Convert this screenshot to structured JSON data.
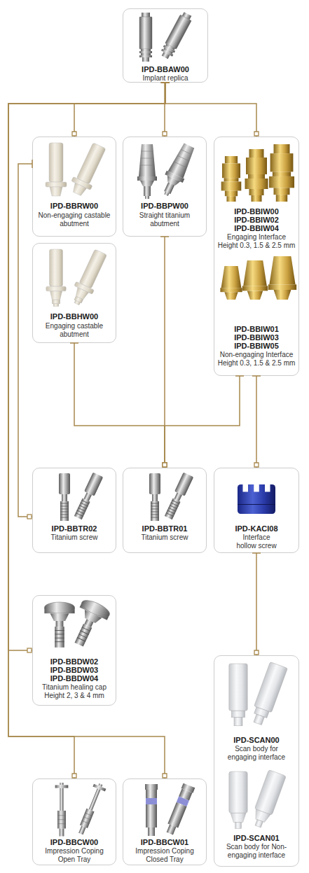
{
  "diagram": {
    "nodes": [
      {
        "text": [
          "IPD-BBAW00",
          "Implant replica"
        ]
      },
      {
        "text": [
          "IPD-BBRW00",
          "Non-engaging castable abutment"
        ]
      },
      {
        "text": [
          "IPD-BBPW00",
          "Straight titanium abutment"
        ]
      },
      {
        "text": [
          "IPD-BBIW00",
          "IPD-BBIW02",
          "IPD-BBIW04",
          "Engaging Interface Height 0.3, 1.5 & 2.5 mm",
          "IPD-BBIW01",
          "IPD-BBIW03",
          "IPD-BBIW05",
          "Non-engaging Interface Height 0.3, 1.5 & 2.5 mm"
        ]
      },
      {
        "text": [
          "IPD-BBHW00",
          "Engaging castable abutment"
        ]
      },
      {
        "text": [
          "IPD-BBTR02",
          "Titanium screw"
        ]
      },
      {
        "text": [
          "IPD-BBTR01",
          "Titanium screw"
        ]
      },
      {
        "text": [
          "IPD-KACI08",
          "Interface hollow screw"
        ]
      },
      {
        "text": [
          "IPD-BBDW02",
          "IPD-BBDW03",
          "IPD-BBDW04",
          "Titanium healing cap Height 2, 3 & 4 mm"
        ]
      },
      {
        "text": [
          "IPD-SCAN00",
          "Scan body for engaging interface",
          "IPD-SCAN01",
          "Scan body for Non-engaging interface"
        ]
      },
      {
        "text": [
          "IPD-BBCW00",
          "Impression Coping Open Tray"
        ]
      },
      {
        "text": [
          "IPD-BBCW01",
          "Impression Coping Closed Tray"
        ]
      }
    ],
    "edges": [
      {
        "from": 0,
        "to": 1,
        "arrow": "to"
      },
      {
        "from": 0,
        "to": 2,
        "arrow": "to"
      },
      {
        "from": 0,
        "to": 3,
        "arrow": "to"
      },
      {
        "from": 0,
        "to": 8,
        "arrow": "to"
      },
      {
        "from": 0,
        "to": 10,
        "arrow": "to"
      },
      {
        "from": 0,
        "to": 11,
        "arrow": "to"
      },
      {
        "from": 1,
        "to": 5,
        "arrow": "to"
      },
      {
        "from": 2,
        "to": 6,
        "arrow": "to"
      },
      {
        "from": 4,
        "to": 6,
        "arrow": "to"
      },
      {
        "from": 3,
        "to": 6,
        "arrow": "to"
      },
      {
        "from": 3,
        "to": 7,
        "arrow": "to"
      },
      {
        "from": 7,
        "to": 9,
        "arrow": "to"
      }
    ]
  }
}
